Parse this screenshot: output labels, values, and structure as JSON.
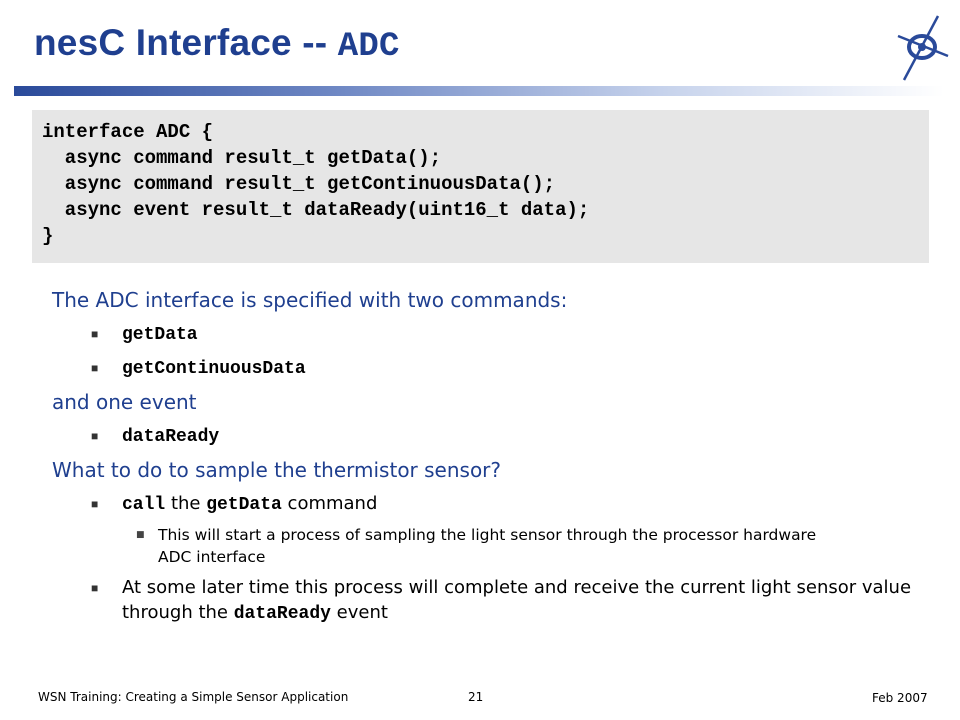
{
  "slide": {
    "title_prefix": "nesC Interface -- ",
    "title_code": "ADC"
  },
  "code_block": {
    "lines": [
      "interface ADC {",
      "  async command result_t getData();",
      "  async command result_t getContinuousData();",
      "  async event result_t dataReady(uint16_t data);",
      "}"
    ]
  },
  "content": {
    "p1": "The ADC interface is specified with two commands:",
    "cmd1": "getData",
    "cmd2": "getContinuousData",
    "p2": "and one event",
    "evt1": "dataReady",
    "p3": "What to do to sample the thermistor sensor?",
    "step1_call": "call",
    "step1_the": " the ",
    "step1_getdata": "getData",
    "step1_command": " command",
    "sub1": "This will start a process of sampling the light sensor through the processor hardware ADC interface",
    "step2_text": "At some later time this process will complete and receive the current light sensor value through the ",
    "step2_code": "dataReady",
    "step2_end": " event"
  },
  "footer": {
    "left": "WSN Training: Creating a Simple Sensor Application",
    "page": "21",
    "right": "Feb 2007"
  },
  "icons": {
    "logo": "compass-logo-icon",
    "bullet": "square-bullet-icon"
  },
  "colors": {
    "title": "#1f3f8f",
    "code_bg": "#e6e6e6"
  }
}
